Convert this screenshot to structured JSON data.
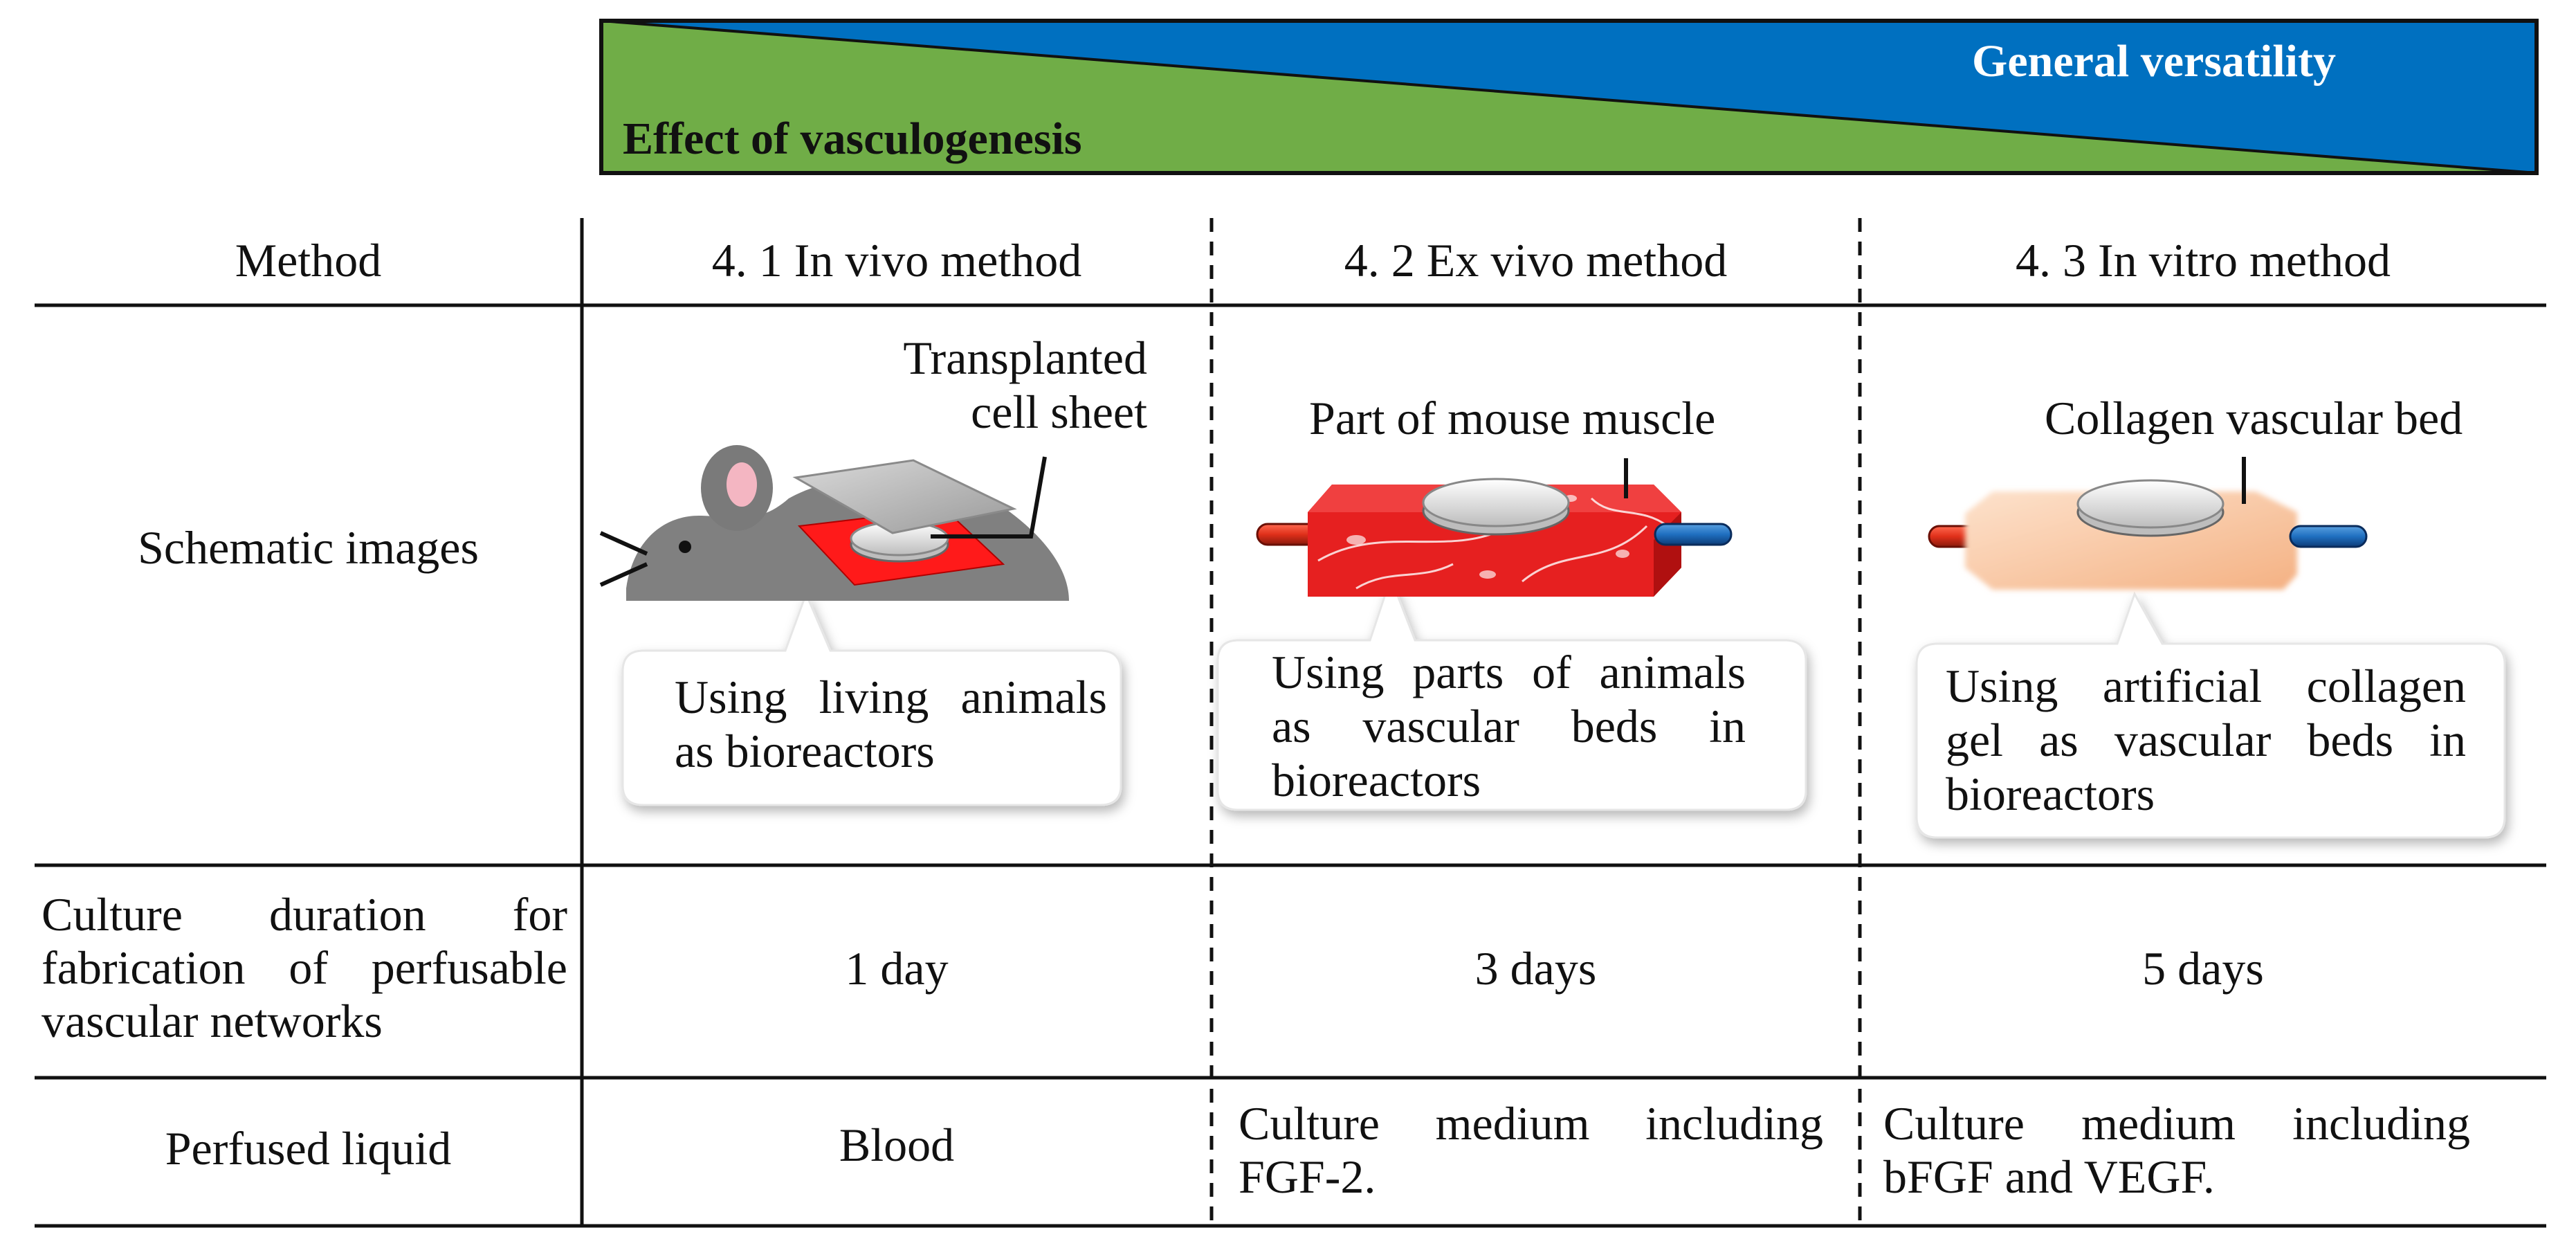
{
  "header_bar": {
    "effect_label": "Effect of vasculogenesis",
    "versatility_label": "General versatility",
    "green": "#70ad47",
    "blue": "#0070c0"
  },
  "table": {
    "method_label": "Method",
    "columns": [
      "4. 1 In vivo method",
      "4. 2 Ex vivo method",
      "4. 3 In vitro method"
    ],
    "schematic_label": "Schematic images",
    "duration_label": "Culture duration for fabrication of perfusable vascular networks",
    "durations": [
      "1 day",
      "3 days",
      "5 days"
    ],
    "perfused_label": "Perfused liquid",
    "perfused": [
      "Blood",
      "Culture medium including FGF-2.",
      "Culture medium including bFGF and VEGF."
    ]
  },
  "schematics": {
    "invivo": {
      "annotation_line1": "Transplanted",
      "annotation_line2": "cell sheet",
      "callout": "Using living animals as bioreactors",
      "icon": "mouse-icon"
    },
    "exvivo": {
      "annotation": "Part of mouse muscle",
      "callout": "Using parts of animals as vascular beds in bioreactors",
      "icon": "muscle-bioreactor-icon"
    },
    "invitro": {
      "annotation": "Collagen vascular bed",
      "callout": "Using artificial collagen gel as vascular beds in bioreactors",
      "icon": "collagen-bioreactor-icon"
    }
  }
}
